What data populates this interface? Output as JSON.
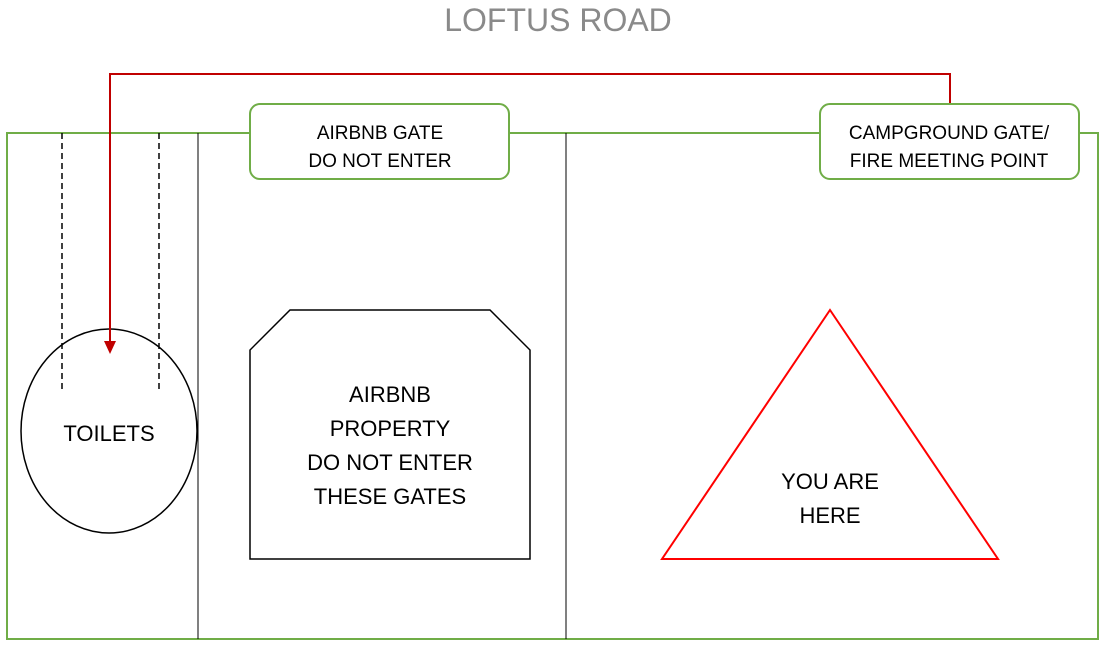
{
  "title": "LOFTUS ROAD",
  "colors": {
    "boundary": "#70ad47",
    "route": "#c00000",
    "you_are_here": "#ff0000",
    "title": "#8a8a8a",
    "line": "#000000"
  },
  "gates": {
    "airbnb": {
      "line1": "AIRBNB GATE",
      "line2": "DO NOT ENTER"
    },
    "campground": {
      "line1": "CAMPGROUND GATE/",
      "line2": "FIRE MEETING POINT"
    }
  },
  "toilets": {
    "label": "TOILETS"
  },
  "airbnb_property": {
    "line1": "AIRBNB",
    "line2": "PROPERTY",
    "line3": "DO NOT ENTER",
    "line4": "THESE GATES"
  },
  "you_are_here": {
    "line1": "YOU ARE",
    "line2": "HERE"
  }
}
